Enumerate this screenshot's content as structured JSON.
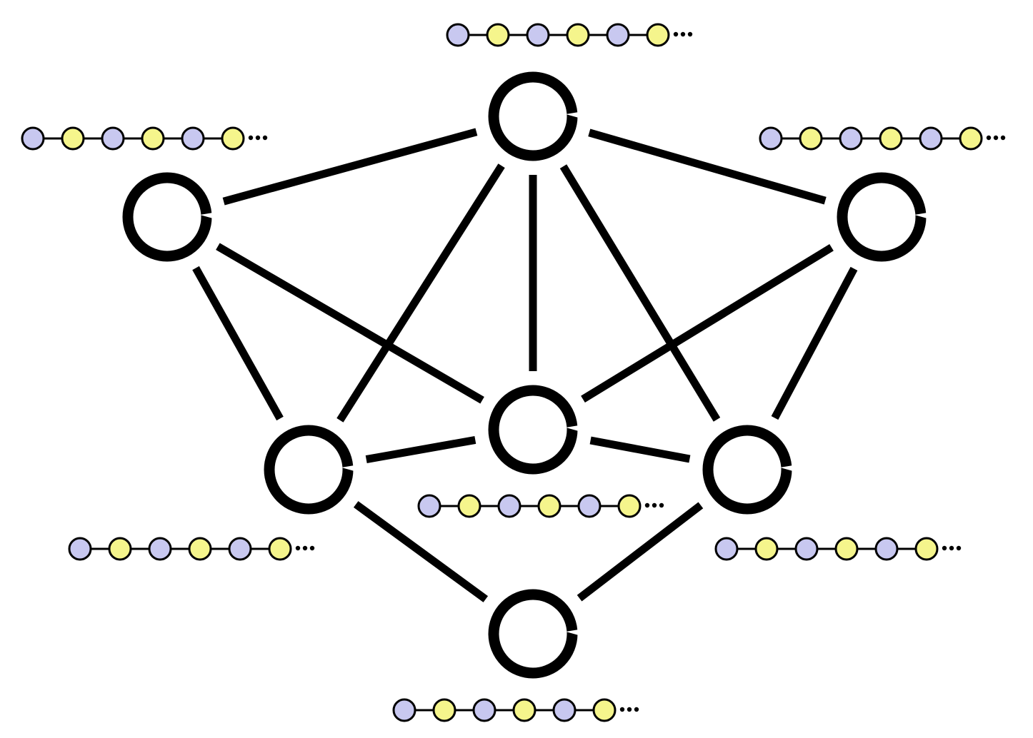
{
  "colors": {
    "edge": "#000000",
    "node_stroke": "#000000",
    "background": "#ffffff",
    "bead_lavender": "#c8c8f0",
    "bead_yellow": "#f5f58c",
    "bead_outline": "#000000"
  },
  "nodes": [
    {
      "id": "top",
      "chain": {
        "bead_count": 6,
        "colors": [
          "lavender",
          "yellow",
          "lavender",
          "yellow",
          "lavender",
          "yellow"
        ],
        "ellipsis": true
      }
    },
    {
      "id": "upper-left",
      "chain": {
        "bead_count": 6,
        "colors": [
          "lavender",
          "yellow",
          "lavender",
          "yellow",
          "lavender",
          "yellow"
        ],
        "ellipsis": true
      }
    },
    {
      "id": "upper-right",
      "chain": {
        "bead_count": 6,
        "colors": [
          "lavender",
          "yellow",
          "lavender",
          "yellow",
          "lavender",
          "yellow"
        ],
        "ellipsis": true
      }
    },
    {
      "id": "middle-left",
      "chain": {
        "bead_count": 6,
        "colors": [
          "lavender",
          "yellow",
          "lavender",
          "yellow",
          "lavender",
          "yellow"
        ],
        "ellipsis": true
      }
    },
    {
      "id": "center",
      "chain": {
        "bead_count": 6,
        "colors": [
          "lavender",
          "yellow",
          "lavender",
          "yellow",
          "lavender",
          "yellow"
        ],
        "ellipsis": true
      }
    },
    {
      "id": "middle-right",
      "chain": {
        "bead_count": 6,
        "colors": [
          "lavender",
          "yellow",
          "lavender",
          "yellow",
          "lavender",
          "yellow"
        ],
        "ellipsis": true
      }
    },
    {
      "id": "bottom",
      "chain": {
        "bead_count": 6,
        "colors": [
          "lavender",
          "yellow",
          "lavender",
          "yellow",
          "lavender",
          "yellow"
        ],
        "ellipsis": true
      }
    }
  ],
  "edges": [
    [
      "top",
      "upper-left"
    ],
    [
      "top",
      "upper-right"
    ],
    [
      "top",
      "middle-left"
    ],
    [
      "top",
      "center"
    ],
    [
      "top",
      "middle-right"
    ],
    [
      "upper-left",
      "middle-left"
    ],
    [
      "upper-left",
      "center"
    ],
    [
      "upper-right",
      "center"
    ],
    [
      "upper-right",
      "middle-right"
    ],
    [
      "middle-left",
      "center"
    ],
    [
      "center",
      "middle-right"
    ],
    [
      "middle-left",
      "bottom"
    ],
    [
      "middle-right",
      "bottom"
    ]
  ]
}
